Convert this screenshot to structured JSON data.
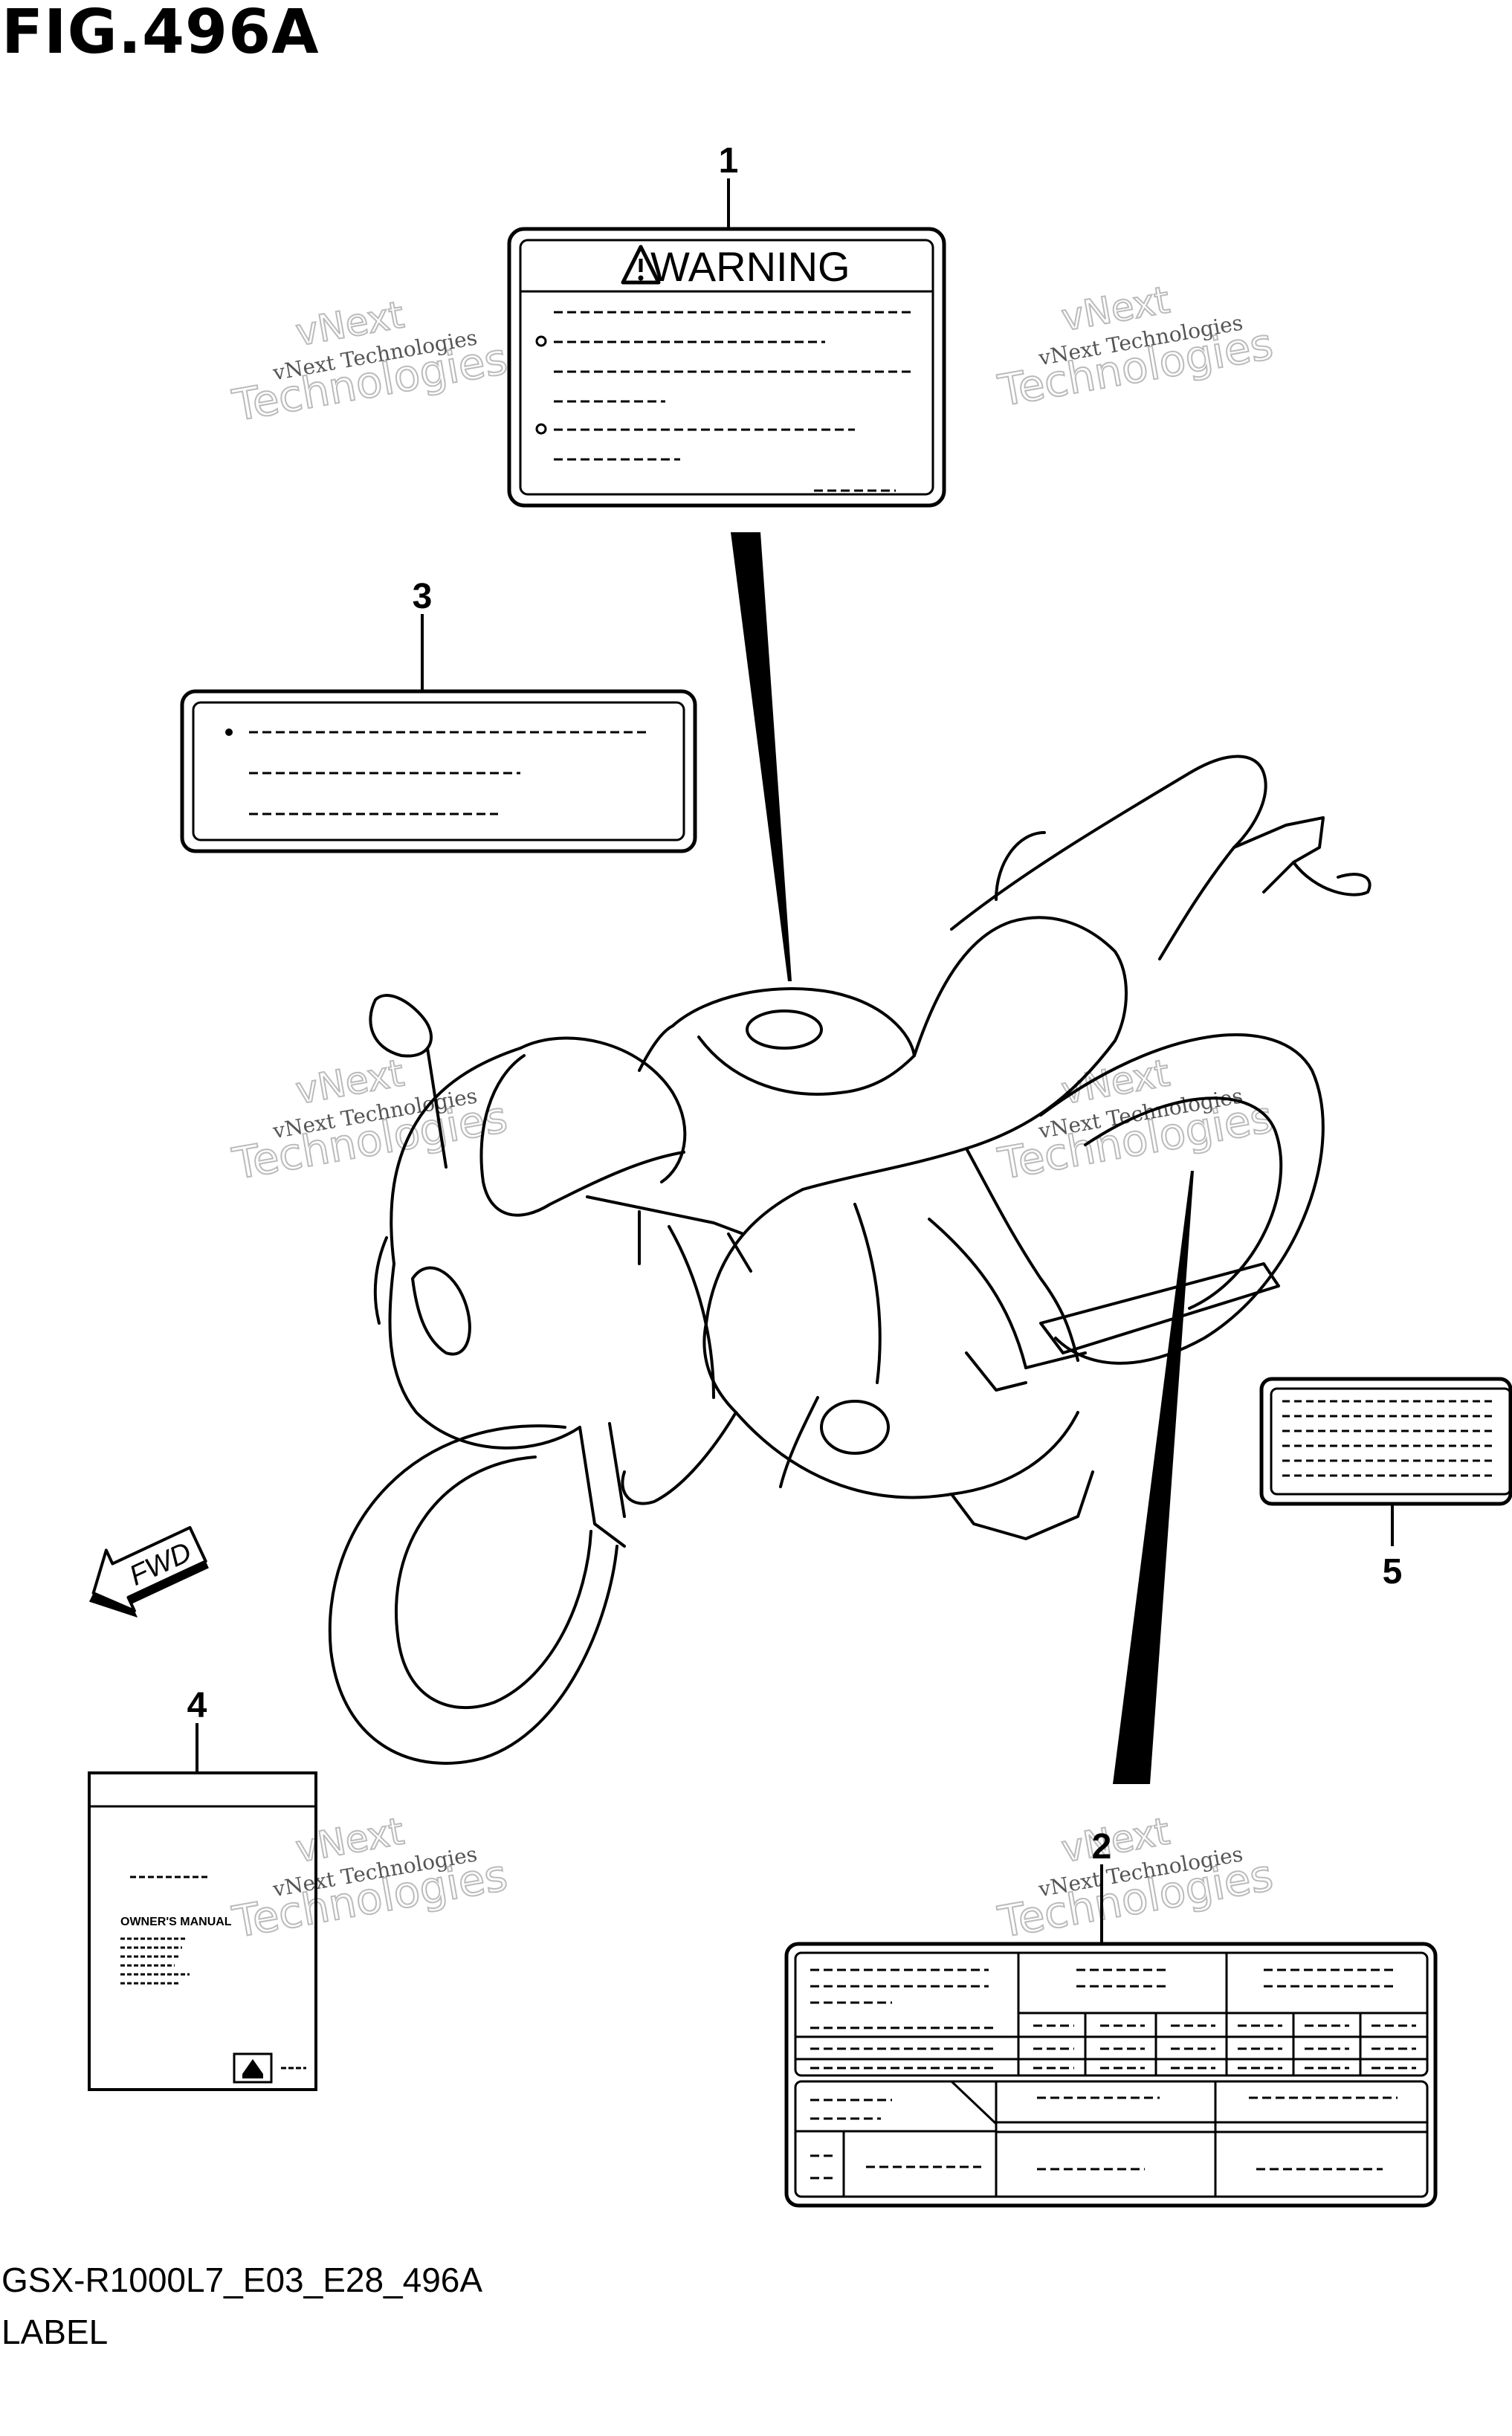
{
  "figure": {
    "title": "FIG.496A",
    "code": "GSX-R1000L7_E03_E28_496A",
    "name": "LABEL"
  },
  "callouts": [
    "1",
    "2",
    "3",
    "4",
    "5"
  ],
  "warning_label": {
    "icon": "warning-triangle-icon",
    "heading": "WARNING"
  },
  "manual_label": {
    "text": "OWNER'S MANUAL"
  },
  "direction_arrow": {
    "text": "FWD"
  },
  "watermark": {
    "line1": "vNext",
    "line2": "vNext Technologies",
    "line3": "Technologies"
  }
}
